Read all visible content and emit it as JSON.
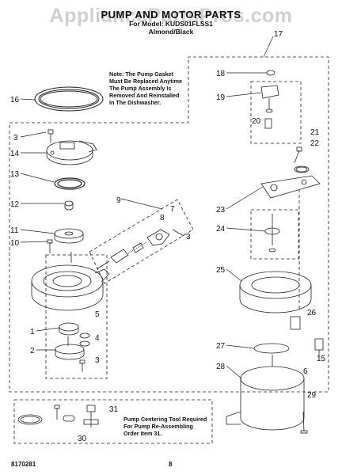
{
  "watermark": "AppliancePartsPros.com",
  "header": {
    "title": "PUMP AND MOTOR PARTS",
    "for_model": "For Model: KUDS01FLSS1",
    "color": "Almond/Black"
  },
  "notes": {
    "gasket": [
      "Note: The Pump Gasket",
      "Must Be Replaced Anytime",
      "The Pump Assembly Is",
      "Removed And Reinstalled",
      "In The Dishwasher."
    ],
    "centering": [
      "Pump Centering Tool Required",
      "For Pump Re-Assembling",
      "Order Item 31."
    ]
  },
  "footer": {
    "doc_code": "8170281",
    "page": "8"
  },
  "callouts": [
    "1",
    "2",
    "3",
    "3",
    "3",
    "4",
    "5",
    "6",
    "7",
    "8",
    "9",
    "10",
    "11",
    "12",
    "13",
    "14",
    "15",
    "16",
    "17",
    "18",
    "19",
    "20",
    "21",
    "22",
    "23",
    "24",
    "25",
    "26",
    "27",
    "28",
    "29",
    "30",
    "31"
  ]
}
